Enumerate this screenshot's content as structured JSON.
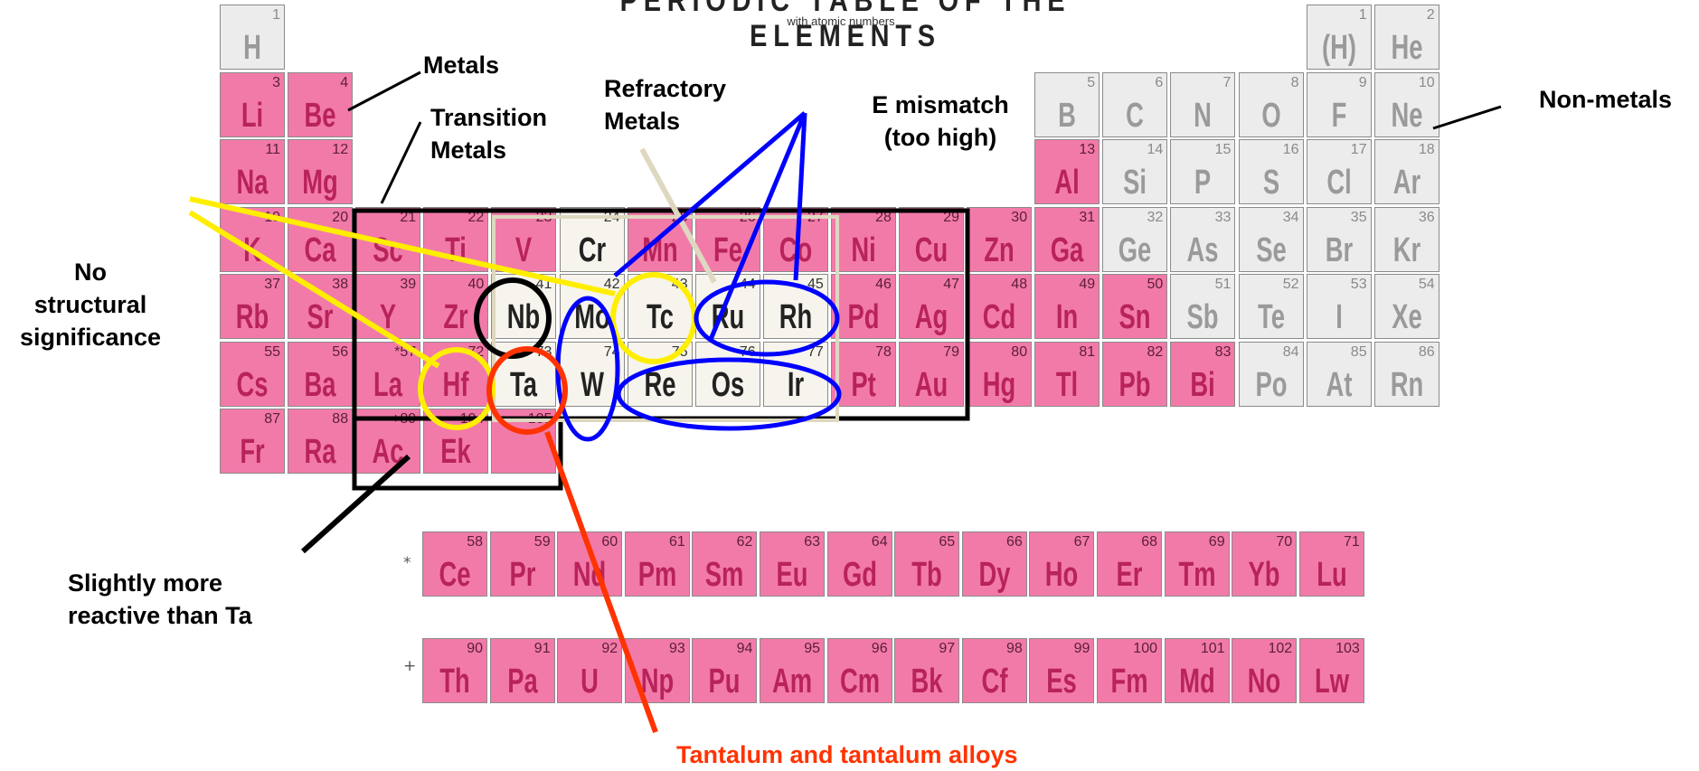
{
  "title": "PERIODIC TABLE OF THE ELEMENTS",
  "subtitle": "with atomic numbers",
  "series_markers": {
    "lanthanide": "*",
    "actinide": "+"
  },
  "annotations": {
    "metals": "Metals",
    "transition_metals": [
      "Transition",
      "Metals"
    ],
    "refractory_metals": [
      "Refractory",
      "Metals"
    ],
    "e_mismatch": [
      "E mismatch",
      "(too high)"
    ],
    "non_metals": "Non-metals",
    "no_structural_significance": [
      "No",
      "structural",
      "significance"
    ],
    "slightly_more_reactive": [
      "Slightly more",
      "reactive than Ta"
    ],
    "tantalum": "Tantalum and tantalum alloys"
  },
  "colors": {
    "metal_fill": "#f27aa9",
    "nonmetal_fill": "#ececec",
    "refractory_fill": "#f6f4ec",
    "transition_box": "#000000",
    "no_structural_loop": "#ffee00",
    "e_mismatch_loop": "#0000ff",
    "nb_loop": "#000000",
    "ta_loop": "#ff3300",
    "refractory_pointer": "#ded8c0"
  },
  "elements": [
    {
      "s": "H",
      "n": "1",
      "r": 1,
      "c": 1,
      "k": "nonmetal"
    },
    {
      "s": "(H)",
      "n": "1",
      "r": 1,
      "c": 17,
      "k": "nonmetal"
    },
    {
      "s": "He",
      "n": "2",
      "r": 1,
      "c": 18,
      "k": "nonmetal"
    },
    {
      "s": "Li",
      "n": "3",
      "r": 2,
      "c": 1,
      "k": "metal"
    },
    {
      "s": "Be",
      "n": "4",
      "r": 2,
      "c": 2,
      "k": "metal"
    },
    {
      "s": "B",
      "n": "5",
      "r": 2,
      "c": 13,
      "k": "nonmetal"
    },
    {
      "s": "C",
      "n": "6",
      "r": 2,
      "c": 14,
      "k": "nonmetal"
    },
    {
      "s": "N",
      "n": "7",
      "r": 2,
      "c": 15,
      "k": "nonmetal"
    },
    {
      "s": "O",
      "n": "8",
      "r": 2,
      "c": 16,
      "k": "nonmetal"
    },
    {
      "s": "F",
      "n": "9",
      "r": 2,
      "c": 17,
      "k": "nonmetal"
    },
    {
      "s": "Ne",
      "n": "10",
      "r": 2,
      "c": 18,
      "k": "nonmetal"
    },
    {
      "s": "Na",
      "n": "11",
      "r": 3,
      "c": 1,
      "k": "metal"
    },
    {
      "s": "Mg",
      "n": "12",
      "r": 3,
      "c": 2,
      "k": "metal"
    },
    {
      "s": "Al",
      "n": "13",
      "r": 3,
      "c": 13,
      "k": "metal"
    },
    {
      "s": "Si",
      "n": "14",
      "r": 3,
      "c": 14,
      "k": "nonmetal"
    },
    {
      "s": "P",
      "n": "15",
      "r": 3,
      "c": 15,
      "k": "nonmetal"
    },
    {
      "s": "S",
      "n": "16",
      "r": 3,
      "c": 16,
      "k": "nonmetal"
    },
    {
      "s": "Cl",
      "n": "17",
      "r": 3,
      "c": 17,
      "k": "nonmetal"
    },
    {
      "s": "Ar",
      "n": "18",
      "r": 3,
      "c": 18,
      "k": "nonmetal"
    },
    {
      "s": "K",
      "n": "19",
      "r": 4,
      "c": 1,
      "k": "metal"
    },
    {
      "s": "Ca",
      "n": "20",
      "r": 4,
      "c": 2,
      "k": "metal"
    },
    {
      "s": "Sc",
      "n": "21",
      "r": 4,
      "c": 3,
      "k": "metal"
    },
    {
      "s": "Ti",
      "n": "22",
      "r": 4,
      "c": 4,
      "k": "metal"
    },
    {
      "s": "V",
      "n": "23",
      "r": 4,
      "c": 5,
      "k": "metal"
    },
    {
      "s": "Cr",
      "n": "24",
      "r": 4,
      "c": 6,
      "k": "refractory"
    },
    {
      "s": "Mn",
      "n": "25",
      "r": 4,
      "c": 7,
      "k": "metal"
    },
    {
      "s": "Fe",
      "n": "26",
      "r": 4,
      "c": 8,
      "k": "metal"
    },
    {
      "s": "Co",
      "n": "27",
      "r": 4,
      "c": 9,
      "k": "metal"
    },
    {
      "s": "Ni",
      "n": "28",
      "r": 4,
      "c": 10,
      "k": "metal"
    },
    {
      "s": "Cu",
      "n": "29",
      "r": 4,
      "c": 11,
      "k": "metal"
    },
    {
      "s": "Zn",
      "n": "30",
      "r": 4,
      "c": 12,
      "k": "metal"
    },
    {
      "s": "Ga",
      "n": "31",
      "r": 4,
      "c": 13,
      "k": "metal"
    },
    {
      "s": "Ge",
      "n": "32",
      "r": 4,
      "c": 14,
      "k": "nonmetal"
    },
    {
      "s": "As",
      "n": "33",
      "r": 4,
      "c": 15,
      "k": "nonmetal"
    },
    {
      "s": "Se",
      "n": "34",
      "r": 4,
      "c": 16,
      "k": "nonmetal"
    },
    {
      "s": "Br",
      "n": "35",
      "r": 4,
      "c": 17,
      "k": "nonmetal"
    },
    {
      "s": "Kr",
      "n": "36",
      "r": 4,
      "c": 18,
      "k": "nonmetal"
    },
    {
      "s": "Rb",
      "n": "37",
      "r": 5,
      "c": 1,
      "k": "metal"
    },
    {
      "s": "Sr",
      "n": "38",
      "r": 5,
      "c": 2,
      "k": "metal"
    },
    {
      "s": "Y",
      "n": "39",
      "r": 5,
      "c": 3,
      "k": "metal"
    },
    {
      "s": "Zr",
      "n": "40",
      "r": 5,
      "c": 4,
      "k": "metal"
    },
    {
      "s": "Nb",
      "n": "41",
      "r": 5,
      "c": 5,
      "k": "refractory"
    },
    {
      "s": "Mo",
      "n": "42",
      "r": 5,
      "c": 6,
      "k": "refractory"
    },
    {
      "s": "Tc",
      "n": "43",
      "r": 5,
      "c": 7,
      "k": "refractory"
    },
    {
      "s": "Ru",
      "n": "44",
      "r": 5,
      "c": 8,
      "k": "refractory"
    },
    {
      "s": "Rh",
      "n": "45",
      "r": 5,
      "c": 9,
      "k": "refractory"
    },
    {
      "s": "Pd",
      "n": "46",
      "r": 5,
      "c": 10,
      "k": "metal"
    },
    {
      "s": "Ag",
      "n": "47",
      "r": 5,
      "c": 11,
      "k": "metal"
    },
    {
      "s": "Cd",
      "n": "48",
      "r": 5,
      "c": 12,
      "k": "metal"
    },
    {
      "s": "In",
      "n": "49",
      "r": 5,
      "c": 13,
      "k": "metal"
    },
    {
      "s": "Sn",
      "n": "50",
      "r": 5,
      "c": 14,
      "k": "metal"
    },
    {
      "s": "Sb",
      "n": "51",
      "r": 5,
      "c": 15,
      "k": "nonmetal"
    },
    {
      "s": "Te",
      "n": "52",
      "r": 5,
      "c": 16,
      "k": "nonmetal"
    },
    {
      "s": "I",
      "n": "53",
      "r": 5,
      "c": 17,
      "k": "nonmetal"
    },
    {
      "s": "Xe",
      "n": "54",
      "r": 5,
      "c": 18,
      "k": "nonmetal"
    },
    {
      "s": "Cs",
      "n": "55",
      "r": 6,
      "c": 1,
      "k": "metal"
    },
    {
      "s": "Ba",
      "n": "56",
      "r": 6,
      "c": 2,
      "k": "metal"
    },
    {
      "s": "La",
      "n": "*57",
      "r": 6,
      "c": 3,
      "k": "metal"
    },
    {
      "s": "Hf",
      "n": "72",
      "r": 6,
      "c": 4,
      "k": "metal"
    },
    {
      "s": "Ta",
      "n": "73",
      "r": 6,
      "c": 5,
      "k": "refractory"
    },
    {
      "s": "W",
      "n": "74",
      "r": 6,
      "c": 6,
      "k": "refractory"
    },
    {
      "s": "Re",
      "n": "75",
      "r": 6,
      "c": 7,
      "k": "refractory"
    },
    {
      "s": "Os",
      "n": "76",
      "r": 6,
      "c": 8,
      "k": "refractory"
    },
    {
      "s": "Ir",
      "n": "77",
      "r": 6,
      "c": 9,
      "k": "refractory"
    },
    {
      "s": "Pt",
      "n": "78",
      "r": 6,
      "c": 10,
      "k": "metal"
    },
    {
      "s": "Au",
      "n": "79",
      "r": 6,
      "c": 11,
      "k": "metal"
    },
    {
      "s": "Hg",
      "n": "80",
      "r": 6,
      "c": 12,
      "k": "metal"
    },
    {
      "s": "Tl",
      "n": "81",
      "r": 6,
      "c": 13,
      "k": "metal"
    },
    {
      "s": "Pb",
      "n": "82",
      "r": 6,
      "c": 14,
      "k": "metal"
    },
    {
      "s": "Bi",
      "n": "83",
      "r": 6,
      "c": 15,
      "k": "metal"
    },
    {
      "s": "Po",
      "n": "84",
      "r": 6,
      "c": 16,
      "k": "nonmetal"
    },
    {
      "s": "At",
      "n": "85",
      "r": 6,
      "c": 17,
      "k": "nonmetal"
    },
    {
      "s": "Rn",
      "n": "86",
      "r": 6,
      "c": 18,
      "k": "nonmetal"
    },
    {
      "s": "Fr",
      "n": "87",
      "r": 7,
      "c": 1,
      "k": "metal"
    },
    {
      "s": "Ra",
      "n": "88",
      "r": 7,
      "c": 2,
      "k": "metal"
    },
    {
      "s": "Ac",
      "n": "+89",
      "r": 7,
      "c": 3,
      "k": "metal"
    },
    {
      "s": "Ek",
      "n": "104",
      "r": 7,
      "c": 4,
      "k": "metal"
    },
    {
      "s": "",
      "n": "105",
      "r": 7,
      "c": 5,
      "k": "metal"
    }
  ],
  "lanthanides": [
    {
      "s": "Ce",
      "n": "58"
    },
    {
      "s": "Pr",
      "n": "59"
    },
    {
      "s": "Nd",
      "n": "60"
    },
    {
      "s": "Pm",
      "n": "61"
    },
    {
      "s": "Sm",
      "n": "62"
    },
    {
      "s": "Eu",
      "n": "63"
    },
    {
      "s": "Gd",
      "n": "64"
    },
    {
      "s": "Tb",
      "n": "65"
    },
    {
      "s": "Dy",
      "n": "66"
    },
    {
      "s": "Ho",
      "n": "67"
    },
    {
      "s": "Er",
      "n": "68"
    },
    {
      "s": "Tm",
      "n": "69"
    },
    {
      "s": "Yb",
      "n": "70"
    },
    {
      "s": "Lu",
      "n": "71"
    }
  ],
  "actinides": [
    {
      "s": "Th",
      "n": "90"
    },
    {
      "s": "Pa",
      "n": "91"
    },
    {
      "s": "U",
      "n": "92"
    },
    {
      "s": "Np",
      "n": "93"
    },
    {
      "s": "Pu",
      "n": "94"
    },
    {
      "s": "Am",
      "n": "95"
    },
    {
      "s": "Cm",
      "n": "96"
    },
    {
      "s": "Bk",
      "n": "97"
    },
    {
      "s": "Cf",
      "n": "98"
    },
    {
      "s": "Es",
      "n": "99"
    },
    {
      "s": "Fm",
      "n": "100"
    },
    {
      "s": "Md",
      "n": "101"
    },
    {
      "s": "No",
      "n": "102"
    },
    {
      "s": "Lw",
      "n": "103"
    }
  ]
}
